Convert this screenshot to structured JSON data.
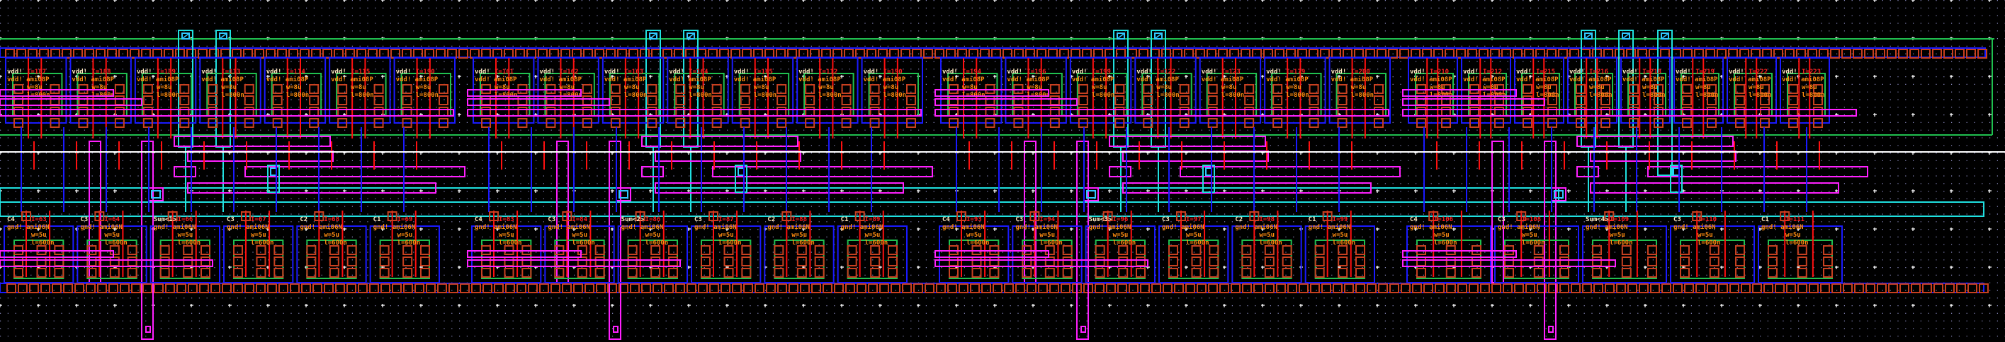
{
  "view": {
    "type": "IC layout editor canvas",
    "block_count": 4,
    "background": "#000000"
  },
  "layers": {
    "grid_dot": "#8a8ac0",
    "grid_major": "#ffffff",
    "nwell": "#20c050",
    "metal1": "#1a1aff",
    "metal2": "#ff20ff",
    "poly": "#ff1010",
    "contact": "#c84020",
    "via": "#20e0e0",
    "pin": "#30c8ff",
    "diff": "#20c050",
    "center_line": "#ffffff"
  },
  "blocks": [
    {
      "top_cells": [
        {
          "name": "vdd!",
          "inst": "I=187",
          "model": "ami08P",
          "w": "w=8u",
          "l": "l=800n"
        },
        {
          "name": "vdd!",
          "inst": "I=188",
          "model": "ami08P",
          "w": "w=8u",
          "l": "l=800n"
        },
        {
          "name": "vdd!",
          "inst": "I=189",
          "model": "ami08P",
          "w": "w=8u",
          "l": "l=800n"
        },
        {
          "name": "vdd!",
          "inst": "I=113",
          "model": "ami08P",
          "w": "w=8u",
          "l": "l=800n"
        },
        {
          "name": "vdd!",
          "inst": "I=114",
          "model": "ami08P",
          "w": "w=8u",
          "l": "l=800n"
        },
        {
          "name": "vdd!",
          "inst": "I=115",
          "model": "ami08P",
          "w": "w=8u",
          "l": "l=800n"
        },
        {
          "name": "vdd!",
          "inst": "I=190",
          "model": "ami08P",
          "w": "w=8u",
          "l": "l=800n"
        }
      ],
      "bottom_cells": [
        {
          "name": "C4",
          "inst": "I=63",
          "model": "ami06N",
          "w": "w=5u",
          "l": "l=600n"
        },
        {
          "name": "C3",
          "inst": "I=64",
          "model": "ami06N",
          "w": "w=5u",
          "l": "l=600n"
        },
        {
          "name": "Sum<1>",
          "inst": "I=66",
          "model": "ami06N",
          "w": "w=5u",
          "l": "l=600n"
        },
        {
          "name": "C3",
          "inst": "I=67",
          "model": "ami06N",
          "w": "w=5u",
          "l": "l=600n"
        },
        {
          "name": "C2",
          "inst": "I=68",
          "model": "ami06N",
          "w": "w=5u",
          "l": "l=600n"
        },
        {
          "name": "C1",
          "inst": "I=69",
          "model": "ami06N",
          "w": "w=5u",
          "l": "l=600n"
        }
      ]
    },
    {
      "top_cells": [
        {
          "name": "vdd!",
          "inst": "I=161",
          "model": "ami08P",
          "w": "w=8u",
          "l": "l=800n"
        },
        {
          "name": "vdd!",
          "inst": "I=162",
          "model": "ami08P",
          "w": "w=8u",
          "l": "l=800n"
        },
        {
          "name": "vdd!",
          "inst": "I=163",
          "model": "ami08P",
          "w": "w=8u",
          "l": "l=800n"
        },
        {
          "name": "vdd!",
          "inst": "I=164",
          "model": "ami08P",
          "w": "w=8u",
          "l": "l=800n"
        },
        {
          "name": "vdd!",
          "inst": "I=165",
          "model": "ami08P",
          "w": "w=8u",
          "l": "l=800n"
        },
        {
          "name": "vdd!",
          "inst": "I=112",
          "model": "ami08P",
          "w": "w=8u",
          "l": "l=800n"
        },
        {
          "name": "vdd!",
          "inst": "I=190",
          "model": "ami08P",
          "w": "w=8u",
          "l": "l=800n"
        }
      ],
      "bottom_cells": [
        {
          "name": "C4",
          "inst": "I=83",
          "model": "ami06N",
          "w": "w=5u",
          "l": "l=600n"
        },
        {
          "name": "C3",
          "inst": "I=84",
          "model": "ami06N",
          "w": "w=5u",
          "l": "l=600n"
        },
        {
          "name": "Sum<2>",
          "inst": "I=86",
          "model": "ami06N",
          "w": "w=5u",
          "l": "l=600n"
        },
        {
          "name": "C3",
          "inst": "I=87",
          "model": "ami06N",
          "w": "w=5u",
          "l": "l=600n"
        },
        {
          "name": "C2",
          "inst": "I=88",
          "model": "ami06N",
          "w": "w=5u",
          "l": "l=600n"
        },
        {
          "name": "C1",
          "inst": "I=89",
          "model": "ami06N",
          "w": "w=5u",
          "l": "l=600n"
        }
      ]
    },
    {
      "top_cells": [
        {
          "name": "vdd!",
          "inst": "I=194",
          "model": "ami08P",
          "w": "w=8u",
          "l": "l=800n"
        },
        {
          "name": "vdd!",
          "inst": "I=196",
          "model": "ami08P",
          "w": "w=8u",
          "l": "l=800n"
        },
        {
          "name": "vdd!",
          "inst": "I=199",
          "model": "ami08P",
          "w": "w=8u",
          "l": "l=800n"
        },
        {
          "name": "vdd!",
          "inst": "I=122",
          "model": "ami08P",
          "w": "w=8u",
          "l": "l=800n"
        },
        {
          "name": "vdd!",
          "inst": "I=123",
          "model": "ami08P",
          "w": "w=8u",
          "l": "l=800n"
        },
        {
          "name": "vdd!",
          "inst": "I=179",
          "model": "ami08P",
          "w": "w=8u",
          "l": "l=800n"
        },
        {
          "name": "vdd!",
          "inst": "I=200",
          "model": "ami08P",
          "w": "w=8u",
          "l": "l=800n"
        }
      ],
      "bottom_cells": [
        {
          "name": "C4",
          "inst": "I=93",
          "model": "ami06N",
          "w": "w=5u",
          "l": "l=600n"
        },
        {
          "name": "C3",
          "inst": "I=94",
          "model": "ami06N",
          "w": "w=5u",
          "l": "l=600n"
        },
        {
          "name": "Sum<3>",
          "inst": "I=96",
          "model": "ami06N",
          "w": "w=5u",
          "l": "l=600n"
        },
        {
          "name": "C3",
          "inst": "I=97",
          "model": "ami06N",
          "w": "w=5u",
          "l": "l=600n"
        },
        {
          "name": "C2",
          "inst": "I=98",
          "model": "ami06N",
          "w": "w=5u",
          "l": "l=600n"
        },
        {
          "name": "C1",
          "inst": "I=99",
          "model": "ami06N",
          "w": "w=5u",
          "l": "l=600n"
        }
      ]
    },
    {
      "top_cells": [
        {
          "name": "vdd!",
          "inst": "I=210",
          "model": "ami08P",
          "w": "w=8u",
          "l": "l=800n"
        },
        {
          "name": "vdd!",
          "inst": "I=212",
          "model": "ami08P",
          "w": "w=8u",
          "l": "l=800n"
        },
        {
          "name": "vdd!",
          "inst": "I=215",
          "model": "ami08P",
          "w": "w=8u",
          "l": "l=800n"
        },
        {
          "name": "vdd!",
          "inst": "I=216",
          "model": "ami08P",
          "w": "w=8u",
          "l": "l=800n"
        },
        {
          "name": "vdd!",
          "inst": "I=218",
          "model": "ami08P",
          "w": "w=8u",
          "l": "l=800n"
        },
        {
          "name": "vdd!",
          "inst": "I=219",
          "model": "ami08P",
          "w": "w=8u",
          "l": "l=800n"
        },
        {
          "name": "vdd!",
          "inst": "I=222",
          "model": "ami08P",
          "w": "w=8u",
          "l": "l=800n"
        },
        {
          "name": "vdd!",
          "inst": "I=223",
          "model": "ami08P",
          "w": "w=8u",
          "l": "l=800n"
        }
      ],
      "bottom_cells": [
        {
          "name": "C4",
          "inst": "I=106",
          "model": "ami06N",
          "w": "w=5u",
          "l": "l=600n"
        },
        {
          "name": "C3",
          "inst": "I=108",
          "model": "ami06N",
          "w": "w=5u",
          "l": "l=600n"
        },
        {
          "name": "Sum<4>",
          "inst": "I=109",
          "model": "ami06N",
          "w": "w=5u",
          "l": "l=600n"
        },
        {
          "name": "C3",
          "inst": "I=110",
          "model": "ami06N",
          "w": "w=5u",
          "l": "l=600n"
        },
        {
          "name": "C1",
          "inst": "I=111",
          "model": "ami06N",
          "w": "w=5u",
          "l": "l=600n"
        }
      ]
    }
  ]
}
